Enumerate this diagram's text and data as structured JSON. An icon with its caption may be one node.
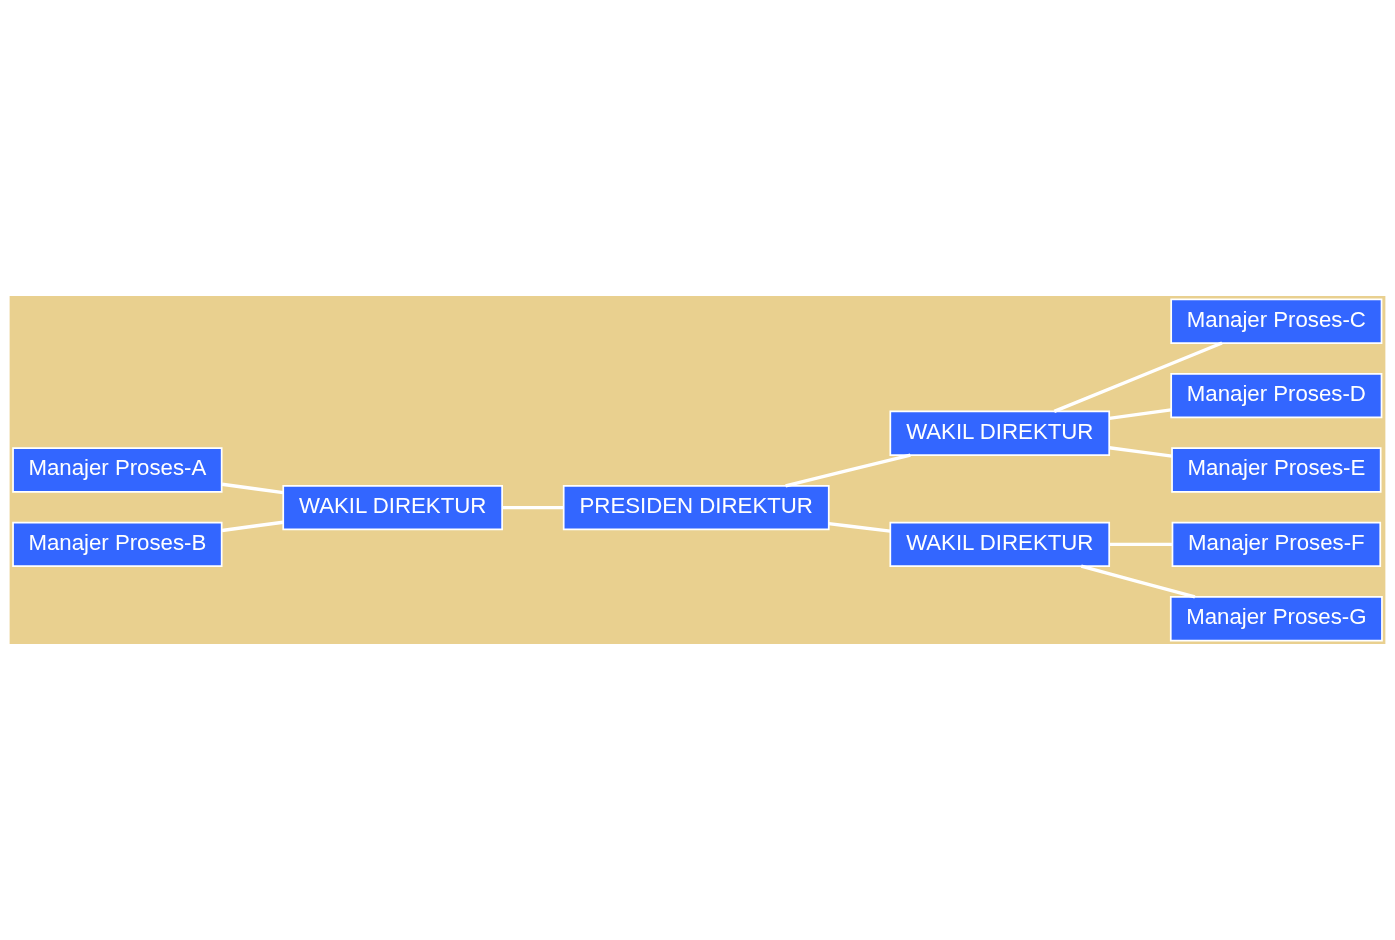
{
  "diagram": {
    "nodes": [
      {
        "text": [
          "Manajer Proses-C"
        ]
      },
      {
        "text": [
          "Manajer Proses-D"
        ]
      },
      {
        "text": [
          "WAKIL DIREKTUR"
        ]
      },
      {
        "text": [
          "Manajer Proses-E"
        ]
      },
      {
        "text": [
          "Manajer Proses-A"
        ]
      },
      {
        "text": [
          "WAKIL DIREKTUR"
        ]
      },
      {
        "text": [
          "PRESIDEN DIREKTUR"
        ]
      },
      {
        "text": [
          "Manajer Proses-B"
        ]
      },
      {
        "text": [
          "Manajer Proses-F"
        ]
      },
      {
        "text": [
          "WAKIL DIREKTUR"
        ]
      },
      {
        "text": [
          "Manajer Proses-G"
        ]
      }
    ],
    "edges": [
      {
        "from": 4,
        "to": 5,
        "arrow": "none"
      },
      {
        "from": 7,
        "to": 5,
        "arrow": "none"
      },
      {
        "from": 5,
        "to": 6,
        "arrow": "none"
      },
      {
        "from": 6,
        "to": 2,
        "arrow": "none"
      },
      {
        "from": 6,
        "to": 9,
        "arrow": "none"
      },
      {
        "from": 2,
        "to": 0,
        "arrow": "none"
      },
      {
        "from": 2,
        "to": 1,
        "arrow": "none"
      },
      {
        "from": 2,
        "to": 3,
        "arrow": "none"
      },
      {
        "from": 9,
        "to": 8,
        "arrow": "none"
      },
      {
        "from": 9,
        "to": 10,
        "arrow": "none"
      }
    ]
  }
}
